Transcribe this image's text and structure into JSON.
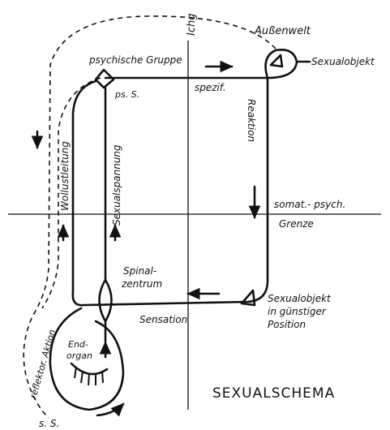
{
  "labels": {
    "ichg": "Ichg",
    "aussenwelt": "Außenwelt",
    "sexualobjekt": "Sexualobjekt",
    "psychische_gruppe": "psychische Gruppe",
    "ps_s": "ps. S.",
    "spezif": "spezif.",
    "reaktion": "Reaktion",
    "wollustleitung": "Wollustleitung",
    "sexualspannung": "Sexualspannung",
    "somat_psych": "somat.- psych.",
    "grenze": "Grenze",
    "spinal": "Spinal-",
    "zentrum": "zentrum",
    "sexualobjekt_gunstig_1": "Sexualobjekt",
    "sexualobjekt_gunstig_2": "in günstiger",
    "sexualobjekt_gunstig_3": "Position",
    "sensation": "Sensation",
    "reflektor_aktion": "reflektor. Aktion",
    "end": "End-",
    "organ": "organ",
    "s_s": "s. S.",
    "title": "SEXUALSCHEMA"
  }
}
